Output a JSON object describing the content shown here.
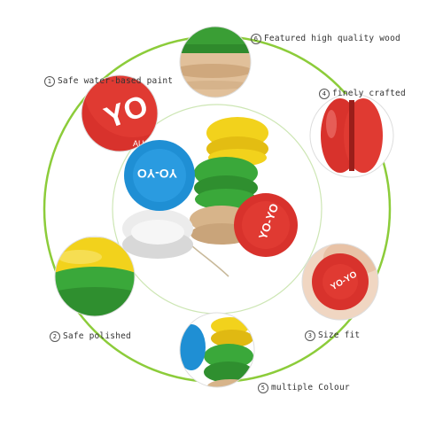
{
  "features": [
    {
      "num": "6",
      "text": "Featured high quality wood"
    },
    {
      "num": "1",
      "text": "Safe water-based paint"
    },
    {
      "num": "4",
      "text": "finely crafted"
    },
    {
      "num": "2",
      "text": "Safe polished"
    },
    {
      "num": "3",
      "text": "Size fit"
    },
    {
      "num": "5",
      "text": "multiple Colour"
    }
  ],
  "yoyo_brand": "YO-YO",
  "yoyo_ring_text": "AUTHENTIC",
  "colors": {
    "ring": "#8ccc3a",
    "red": "#d8322c",
    "blue": "#1f8fd4",
    "yellow": "#f2d21c",
    "green": "#3aa83a",
    "white": "#eeeeee",
    "wood": "#d7b48a"
  },
  "icons": [
    "yoyo-image",
    "wood-closeup-image",
    "red-paint-closeup-image",
    "red-yoyo-side-image",
    "yellow-green-closeup-image",
    "red-yoyo-hand-image",
    "multicolor-yoyo-stack-image"
  ]
}
